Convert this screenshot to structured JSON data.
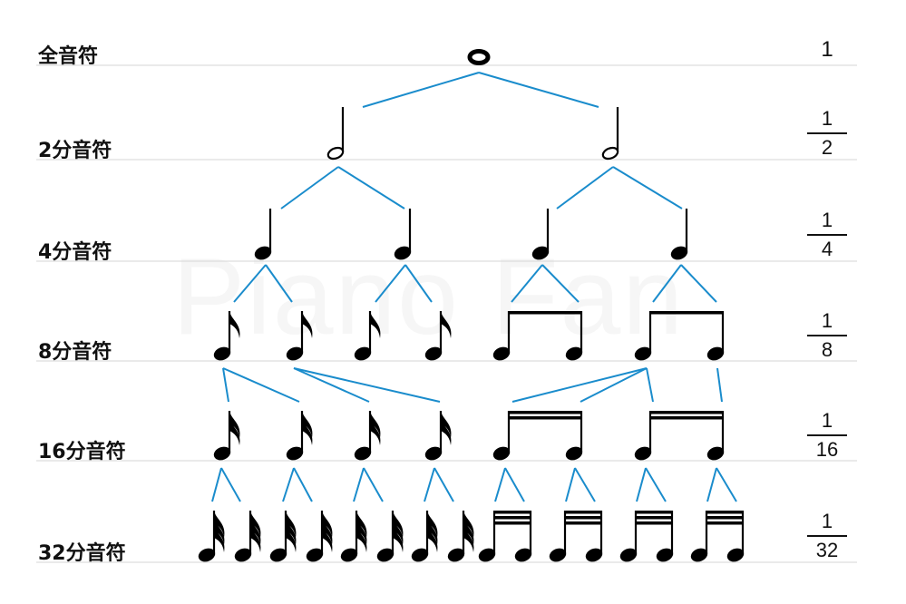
{
  "watermark": "Piano Fan",
  "colors": {
    "connector": "#1a8ccc",
    "note": "#000000",
    "rule": "#dddddd"
  },
  "rows": [
    {
      "label": "全音符",
      "fraction": {
        "numerator": "1",
        "denominator": ""
      }
    },
    {
      "label": "2分音符",
      "fraction": {
        "numerator": "1",
        "denominator": "2"
      }
    },
    {
      "label": "4分音符",
      "fraction": {
        "numerator": "1",
        "denominator": "4"
      }
    },
    {
      "label": "8分音符",
      "fraction": {
        "numerator": "1",
        "denominator": "8"
      }
    },
    {
      "label": "16分音符",
      "fraction": {
        "numerator": "1",
        "denominator": "16"
      }
    },
    {
      "label": "32分音符",
      "fraction": {
        "numerator": "1",
        "denominator": "32"
      }
    }
  ]
}
